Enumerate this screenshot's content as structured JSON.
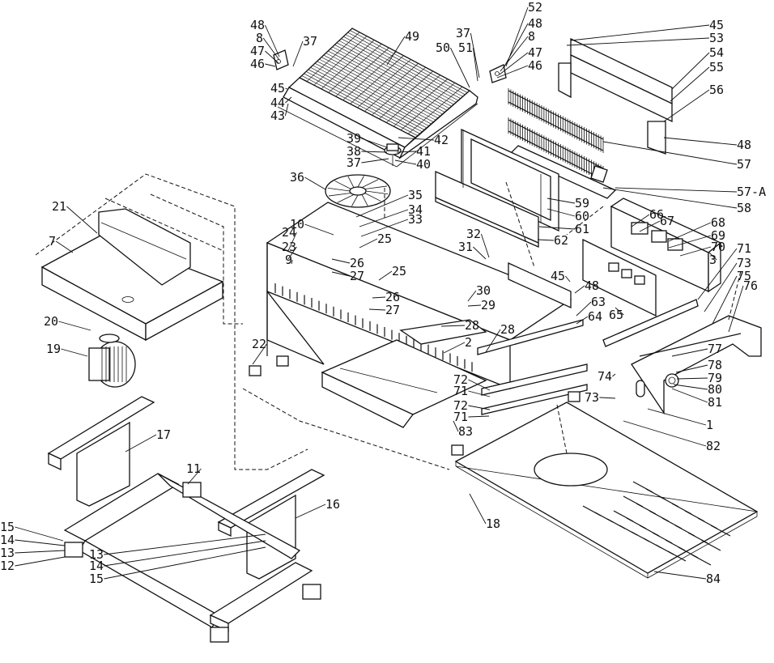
{
  "diagram": {
    "callouts": [
      {
        "id": "c1",
        "text": "48"
      },
      {
        "id": "c2",
        "text": "8"
      },
      {
        "id": "c3",
        "text": "47"
      },
      {
        "id": "c4",
        "text": "46"
      },
      {
        "id": "c5",
        "text": "37"
      },
      {
        "id": "c6",
        "text": "49"
      },
      {
        "id": "c7",
        "text": "52"
      },
      {
        "id": "c8",
        "text": "48"
      },
      {
        "id": "c9",
        "text": "37"
      },
      {
        "id": "c10",
        "text": "8"
      },
      {
        "id": "c11",
        "text": "50"
      },
      {
        "id": "c12",
        "text": "51"
      },
      {
        "id": "c13",
        "text": "47"
      },
      {
        "id": "c14",
        "text": "46"
      },
      {
        "id": "c15",
        "text": "45"
      },
      {
        "id": "c16",
        "text": "53"
      },
      {
        "id": "c17",
        "text": "54"
      },
      {
        "id": "c18",
        "text": "55"
      },
      {
        "id": "c19",
        "text": "45"
      },
      {
        "id": "c20",
        "text": "44"
      },
      {
        "id": "c21",
        "text": "43"
      },
      {
        "id": "c22",
        "text": "56"
      },
      {
        "id": "c23",
        "text": "42"
      },
      {
        "id": "c24",
        "text": "39"
      },
      {
        "id": "c25",
        "text": "38"
      },
      {
        "id": "c26",
        "text": "41"
      },
      {
        "id": "c27",
        "text": "37"
      },
      {
        "id": "c28",
        "text": "40"
      },
      {
        "id": "c29",
        "text": "48"
      },
      {
        "id": "c30",
        "text": "57"
      },
      {
        "id": "c31",
        "text": "36"
      },
      {
        "id": "c32",
        "text": "57-A"
      },
      {
        "id": "c33",
        "text": "58"
      },
      {
        "id": "c34",
        "text": "59"
      },
      {
        "id": "c35",
        "text": "60"
      },
      {
        "id": "c36",
        "text": "35"
      },
      {
        "id": "c37",
        "text": "34"
      },
      {
        "id": "c38",
        "text": "33"
      },
      {
        "id": "c39",
        "text": "21"
      },
      {
        "id": "c40",
        "text": "10"
      },
      {
        "id": "c41",
        "text": "61"
      },
      {
        "id": "c42",
        "text": "66"
      },
      {
        "id": "c43",
        "text": "67"
      },
      {
        "id": "c44",
        "text": "68"
      },
      {
        "id": "c45",
        "text": "69"
      },
      {
        "id": "c46",
        "text": "24"
      },
      {
        "id": "c47",
        "text": "32"
      },
      {
        "id": "c48",
        "text": "62"
      },
      {
        "id": "c49",
        "text": "70"
      },
      {
        "id": "c50",
        "text": "7"
      },
      {
        "id": "c51",
        "text": "23"
      },
      {
        "id": "c52",
        "text": "25"
      },
      {
        "id": "c53",
        "text": "31"
      },
      {
        "id": "c54",
        "text": "3"
      },
      {
        "id": "c55",
        "text": "71"
      },
      {
        "id": "c56",
        "text": "9"
      },
      {
        "id": "c57",
        "text": "26"
      },
      {
        "id": "c58",
        "text": "73"
      },
      {
        "id": "c59",
        "text": "27"
      },
      {
        "id": "c60",
        "text": "25"
      },
      {
        "id": "c61",
        "text": "45"
      },
      {
        "id": "c62",
        "text": "75"
      },
      {
        "id": "c63",
        "text": "48"
      },
      {
        "id": "c64",
        "text": "76"
      },
      {
        "id": "c65",
        "text": "30"
      },
      {
        "id": "c66",
        "text": "26"
      },
      {
        "id": "c67",
        "text": "29"
      },
      {
        "id": "c68",
        "text": "63"
      },
      {
        "id": "c69",
        "text": "27"
      },
      {
        "id": "c70",
        "text": "65"
      },
      {
        "id": "c71",
        "text": "64"
      },
      {
        "id": "c72",
        "text": "20"
      },
      {
        "id": "c73",
        "text": "28"
      },
      {
        "id": "c74",
        "text": "28"
      },
      {
        "id": "c75",
        "text": "2"
      },
      {
        "id": "c76",
        "text": "22"
      },
      {
        "id": "c77",
        "text": "19"
      },
      {
        "id": "c78",
        "text": "77"
      },
      {
        "id": "c79",
        "text": "78"
      },
      {
        "id": "c80",
        "text": "74"
      },
      {
        "id": "c81",
        "text": "79"
      },
      {
        "id": "c82",
        "text": "72"
      },
      {
        "id": "c83",
        "text": "80"
      },
      {
        "id": "c84",
        "text": "71"
      },
      {
        "id": "c85",
        "text": "73"
      },
      {
        "id": "c86",
        "text": "81"
      },
      {
        "id": "c87",
        "text": "72"
      },
      {
        "id": "c88",
        "text": "17"
      },
      {
        "id": "c89",
        "text": "71"
      },
      {
        "id": "c90",
        "text": "1"
      },
      {
        "id": "c91",
        "text": "83"
      },
      {
        "id": "c92",
        "text": "82"
      },
      {
        "id": "c93",
        "text": "11"
      },
      {
        "id": "c94",
        "text": "16"
      },
      {
        "id": "c95",
        "text": "18"
      },
      {
        "id": "c96",
        "text": "15"
      },
      {
        "id": "c97",
        "text": "14"
      },
      {
        "id": "c98",
        "text": "13"
      },
      {
        "id": "c99",
        "text": "12"
      },
      {
        "id": "c100",
        "text": "13"
      },
      {
        "id": "c101",
        "text": "14"
      },
      {
        "id": "c102",
        "text": "15"
      },
      {
        "id": "c103",
        "text": "84"
      }
    ]
  }
}
